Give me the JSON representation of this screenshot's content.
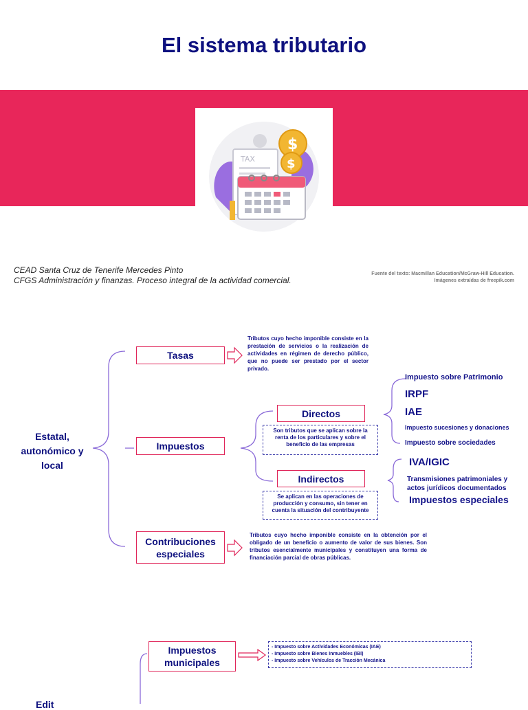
{
  "title": "El sistema tributario",
  "header": {
    "credit_line1": "CEAD Santa Cruz de Tenerife Mercedes Pinto",
    "credit_line2": "CFGS Administración y finanzas. Proceso integral de la actividad comercial.",
    "source_line1": "Fuente del texto: Macmillan Education/McGraw-Hill Education.",
    "source_line2": "Imágenes extraídas de freepik.com",
    "illustration_text": "TAX",
    "banner_color": "#e8265a"
  },
  "diagram1": {
    "root": "Estatal, autonómico y local",
    "tasas": {
      "label": "Tasas",
      "description": "Tributos cuyo hecho imponible consiste en la prestación de servicios o la realización de actividades en régimen de derecho público, que no puede ser prestado por el sector privado."
    },
    "impuestos": {
      "label": "Impuestos",
      "directos": {
        "label": "Directos",
        "description": "Son tributos que se aplican sobre la renta de los particulares y sobre el beneficio de las empresas",
        "items": [
          "Impuesto sobre Patrimonio",
          "IRPF",
          "IAE",
          "Impuesto sucesiones y donaciones",
          "Impuesto sobre sociedades"
        ]
      },
      "indirectos": {
        "label": "Indirectos",
        "description": "Se aplican en las operaciones de producción y consumo, sin tener en cuenta la situación del contribuyente",
        "items": [
          "IVA/IGIC",
          "Transmisiones patrimoniales y actos jurídicos documentados",
          "Impuestos especiales"
        ]
      }
    },
    "contribuciones": {
      "label": "Contribuciones especiales",
      "description": "Tributos cuyo hecho imponible consiste en la obtención por el obligado de un beneficio o aumento de valor de sus bienes. Son tributos esencialmente municipales y constituyen una forma de financiación parcial de obras públicas."
    }
  },
  "diagram2": {
    "root_partial": "Edit",
    "impuestos_municipales": {
      "label": "Impuestos municipales",
      "items": [
        "- Impuesto sobre Actividades Económicas (IAE)",
        "- Impuesto sobre Bienes Inmuebles (IBI)",
        "- Impuesto sobre Vehículos de Tracción Mecánica"
      ]
    }
  }
}
